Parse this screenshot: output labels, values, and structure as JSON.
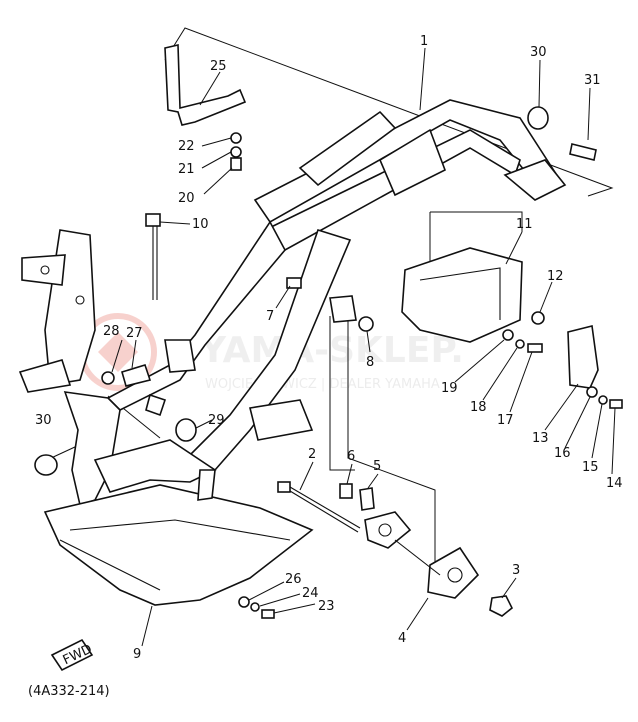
{
  "diagram": {
    "code": "(4A332-214)",
    "fwd_label": "FWD",
    "watermark": {
      "brand": "YAMA-SKLEP.",
      "tagline": "WOJCIECHOWICZ | DEALER YAMAHA"
    },
    "callouts": [
      "1",
      "2",
      "3",
      "4",
      "5",
      "6",
      "7",
      "8",
      "9",
      "10",
      "11",
      "12",
      "13",
      "14",
      "15",
      "16",
      "17",
      "18",
      "19",
      "20",
      "21",
      "22",
      "23",
      "24",
      "25",
      "26",
      "27",
      "28",
      "29",
      "30",
      "30",
      "31"
    ]
  }
}
